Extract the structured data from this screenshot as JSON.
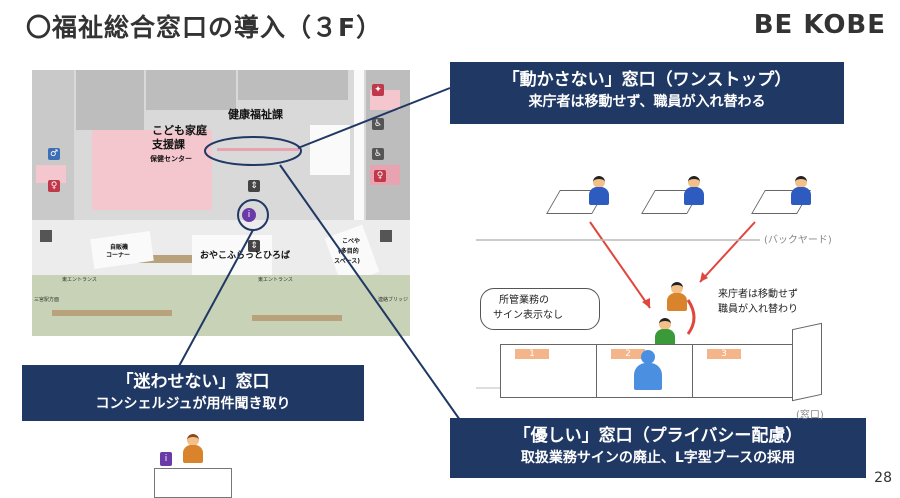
{
  "slide": {
    "title": "〇福祉総合窓口の導入（３F）",
    "brand": "BE KOBE",
    "page_number": "28"
  },
  "floor_plan": {
    "kenko_fukushi": "健康福祉課",
    "kodomo_line1": "こども家庭",
    "kodomo_line2": "支援課",
    "hoken_center": "保健センター",
    "oyako": "おやこふらっとひろば",
    "jihanki_line1": "自販機",
    "jihanki_line2": "コーナー",
    "purpose_line1": "こべや",
    "purpose_line2": "(多目的",
    "purpose_line3": "スペース)",
    "escalator_left": "東エントランス",
    "escalator_right": "東エントランス",
    "left_entrance": "三宮駅方面",
    "right_entrance": "連絡ブリッジ",
    "info_icon": "i"
  },
  "banners": {
    "no_move": {
      "line1": "「動かさない」窓口（ワンストップ）",
      "line2": "来庁者は移動せず、職員が入れ替わる"
    },
    "no_confuse": {
      "line1": "「迷わせない」窓口",
      "line2": "コンシェルジュが用件聞き取り"
    },
    "gentle": {
      "line1": "「優しい」窓口（プライバシー配慮）",
      "line2": "取扱業務サインの廃止、L字型ブースの採用"
    }
  },
  "diagram": {
    "backyard": "(バックヤード)",
    "sign_note_line1": "所管業務の",
    "sign_note_line2": "サイン表示なし",
    "visitor_note_line1": "来庁者は移動せず",
    "visitor_note_line2": "職員が入れ替わり",
    "window_label": "(窓口)",
    "booths": [
      "1",
      "2",
      "3"
    ]
  },
  "colors": {
    "banner": "#203864",
    "arrow": "#e0463c",
    "callout_line": "#203864",
    "booth_number": "#f5b58a"
  }
}
